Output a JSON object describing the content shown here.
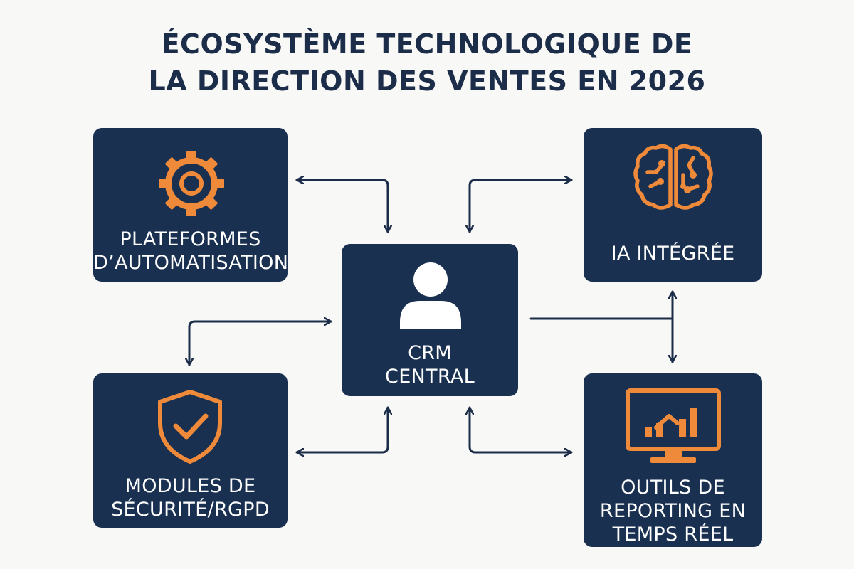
{
  "title": {
    "line1": "ÉCOSYSTÈME TECHNOLOGIQUE DE",
    "line2": "LA DIRECTION DES VENTES EN 2026"
  },
  "nodes": {
    "automation": {
      "line1": "PLATEFORMES",
      "line2": "D’AUTOMATISATION",
      "icon": "gear-icon"
    },
    "ai": {
      "line1": "IA INTÉGRÉE",
      "icon": "brain-circuit-icon"
    },
    "crm": {
      "line1": "CRM",
      "line2": "CENTRAL",
      "icon": "user-icon"
    },
    "security": {
      "line1": "MODULES DE",
      "line2": "SÉCURITÉ/RGPD",
      "icon": "shield-check-icon"
    },
    "reporting": {
      "line1": "OUTILS DE",
      "line2": "REPORTING EN",
      "line3": "TEMPS RÉEL",
      "icon": "monitor-chart-icon"
    }
  },
  "colors": {
    "box": "#193050",
    "accent": "#ef8a3a",
    "connector": "#1c2d4a",
    "background": "#f8f8f6"
  }
}
